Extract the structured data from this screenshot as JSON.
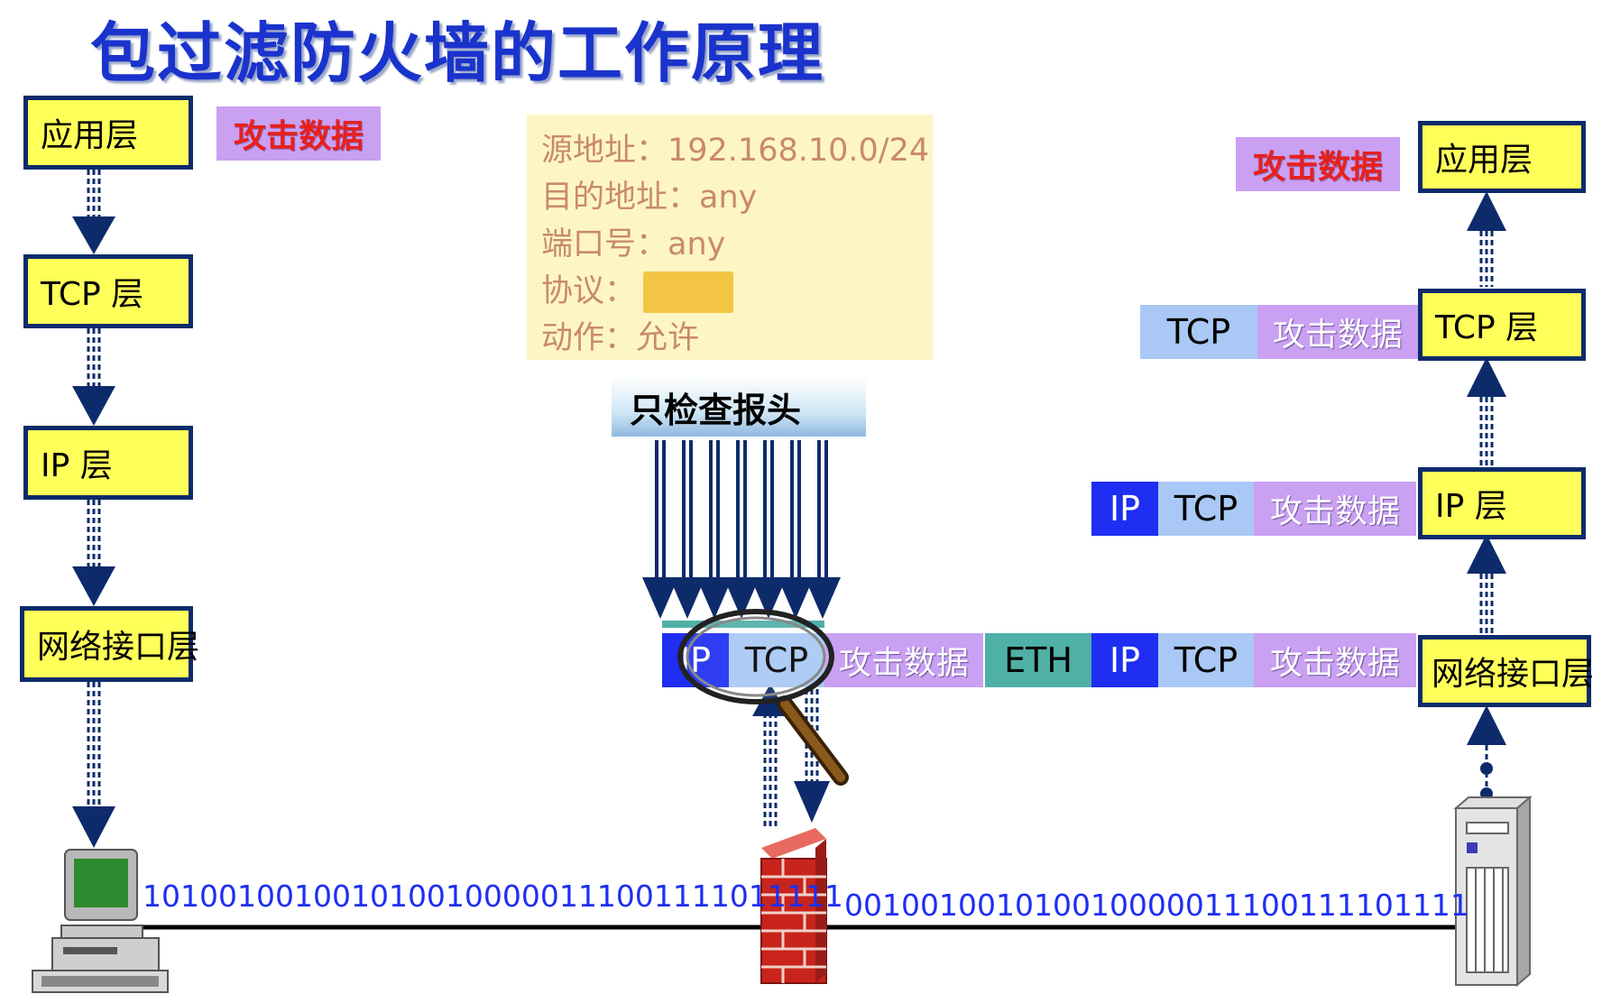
{
  "title": "包过滤防火墙的工作原理",
  "left_stack": {
    "application": "应用层",
    "tcp": "TCP 层",
    "ip": "IP 层",
    "network": "网络接口层",
    "attack_data": "攻击数据"
  },
  "right_stack": {
    "application": "应用层",
    "tcp": "TCP 层",
    "ip": "IP 层",
    "network": "网络接口层",
    "attack_data": "攻击数据"
  },
  "rule_box": {
    "source": "源地址：192.168.10.0/24",
    "dest": "目的地址：any",
    "port": "端口号：any",
    "protocol": "协议：",
    "action": "动作：允许"
  },
  "inspect_label": "只检查报头",
  "packets": {
    "tcp_label": "TCP",
    "ip_label": "IP",
    "eth_label": "ETH",
    "attack_label": "攻击数据"
  },
  "bits": {
    "left": "1010010010010100100000111001111011111",
    "right": "001001001010010000011100111101111"
  },
  "colors": {
    "title": "#1a33cc",
    "layer_fill": "#ffff5a",
    "layer_border": "#0d2b6b",
    "ip_segment": "#1f2ef2",
    "tcp_segment": "#a9c8f5",
    "eth_segment": "#4fb0a6",
    "attack_fill": "#c9a0f2",
    "attack_text": "#e8201c",
    "rule_box": "#fdf6c4",
    "bits_text": "#1f2ef2"
  }
}
